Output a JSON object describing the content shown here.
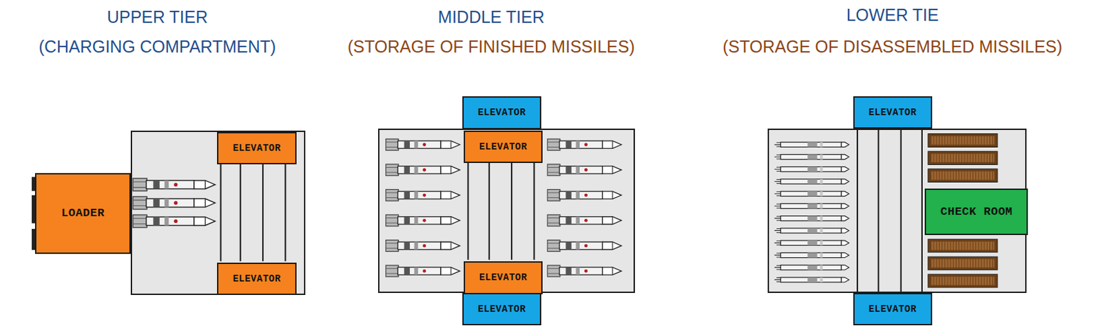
{
  "diagram": {
    "nodes": [
      {
        "text": [
          "UPPER TIER",
          "(CHARGING COMPARTMENT)"
        ]
      },
      {
        "text": [
          "LOADER"
        ]
      },
      {
        "text": [
          "ELEVATOR"
        ],
        "in": 0
      },
      {
        "text": [
          "ELEVATOR"
        ],
        "in": 0
      },
      {
        "text": [
          "MIDDLE TIER",
          "(STORAGE OF FINISHED MISSILES)"
        ]
      },
      {
        "text": [
          "ELEVATOR"
        ]
      },
      {
        "text": [
          "ELEVATOR"
        ],
        "in": 4
      },
      {
        "text": [
          "ELEVATOR"
        ],
        "in": 4
      },
      {
        "text": [
          "ELEVATOR"
        ]
      },
      {
        "text": [
          "LOWER TIE",
          "(STORAGE OF DISASSEMBLED MISSILES)"
        ]
      },
      {
        "text": [
          "ELEVATOR"
        ]
      },
      {
        "text": [
          "CHECK ROOM"
        ],
        "in": 9
      },
      {
        "text": [
          "ELEVATOR"
        ]
      }
    ]
  }
}
